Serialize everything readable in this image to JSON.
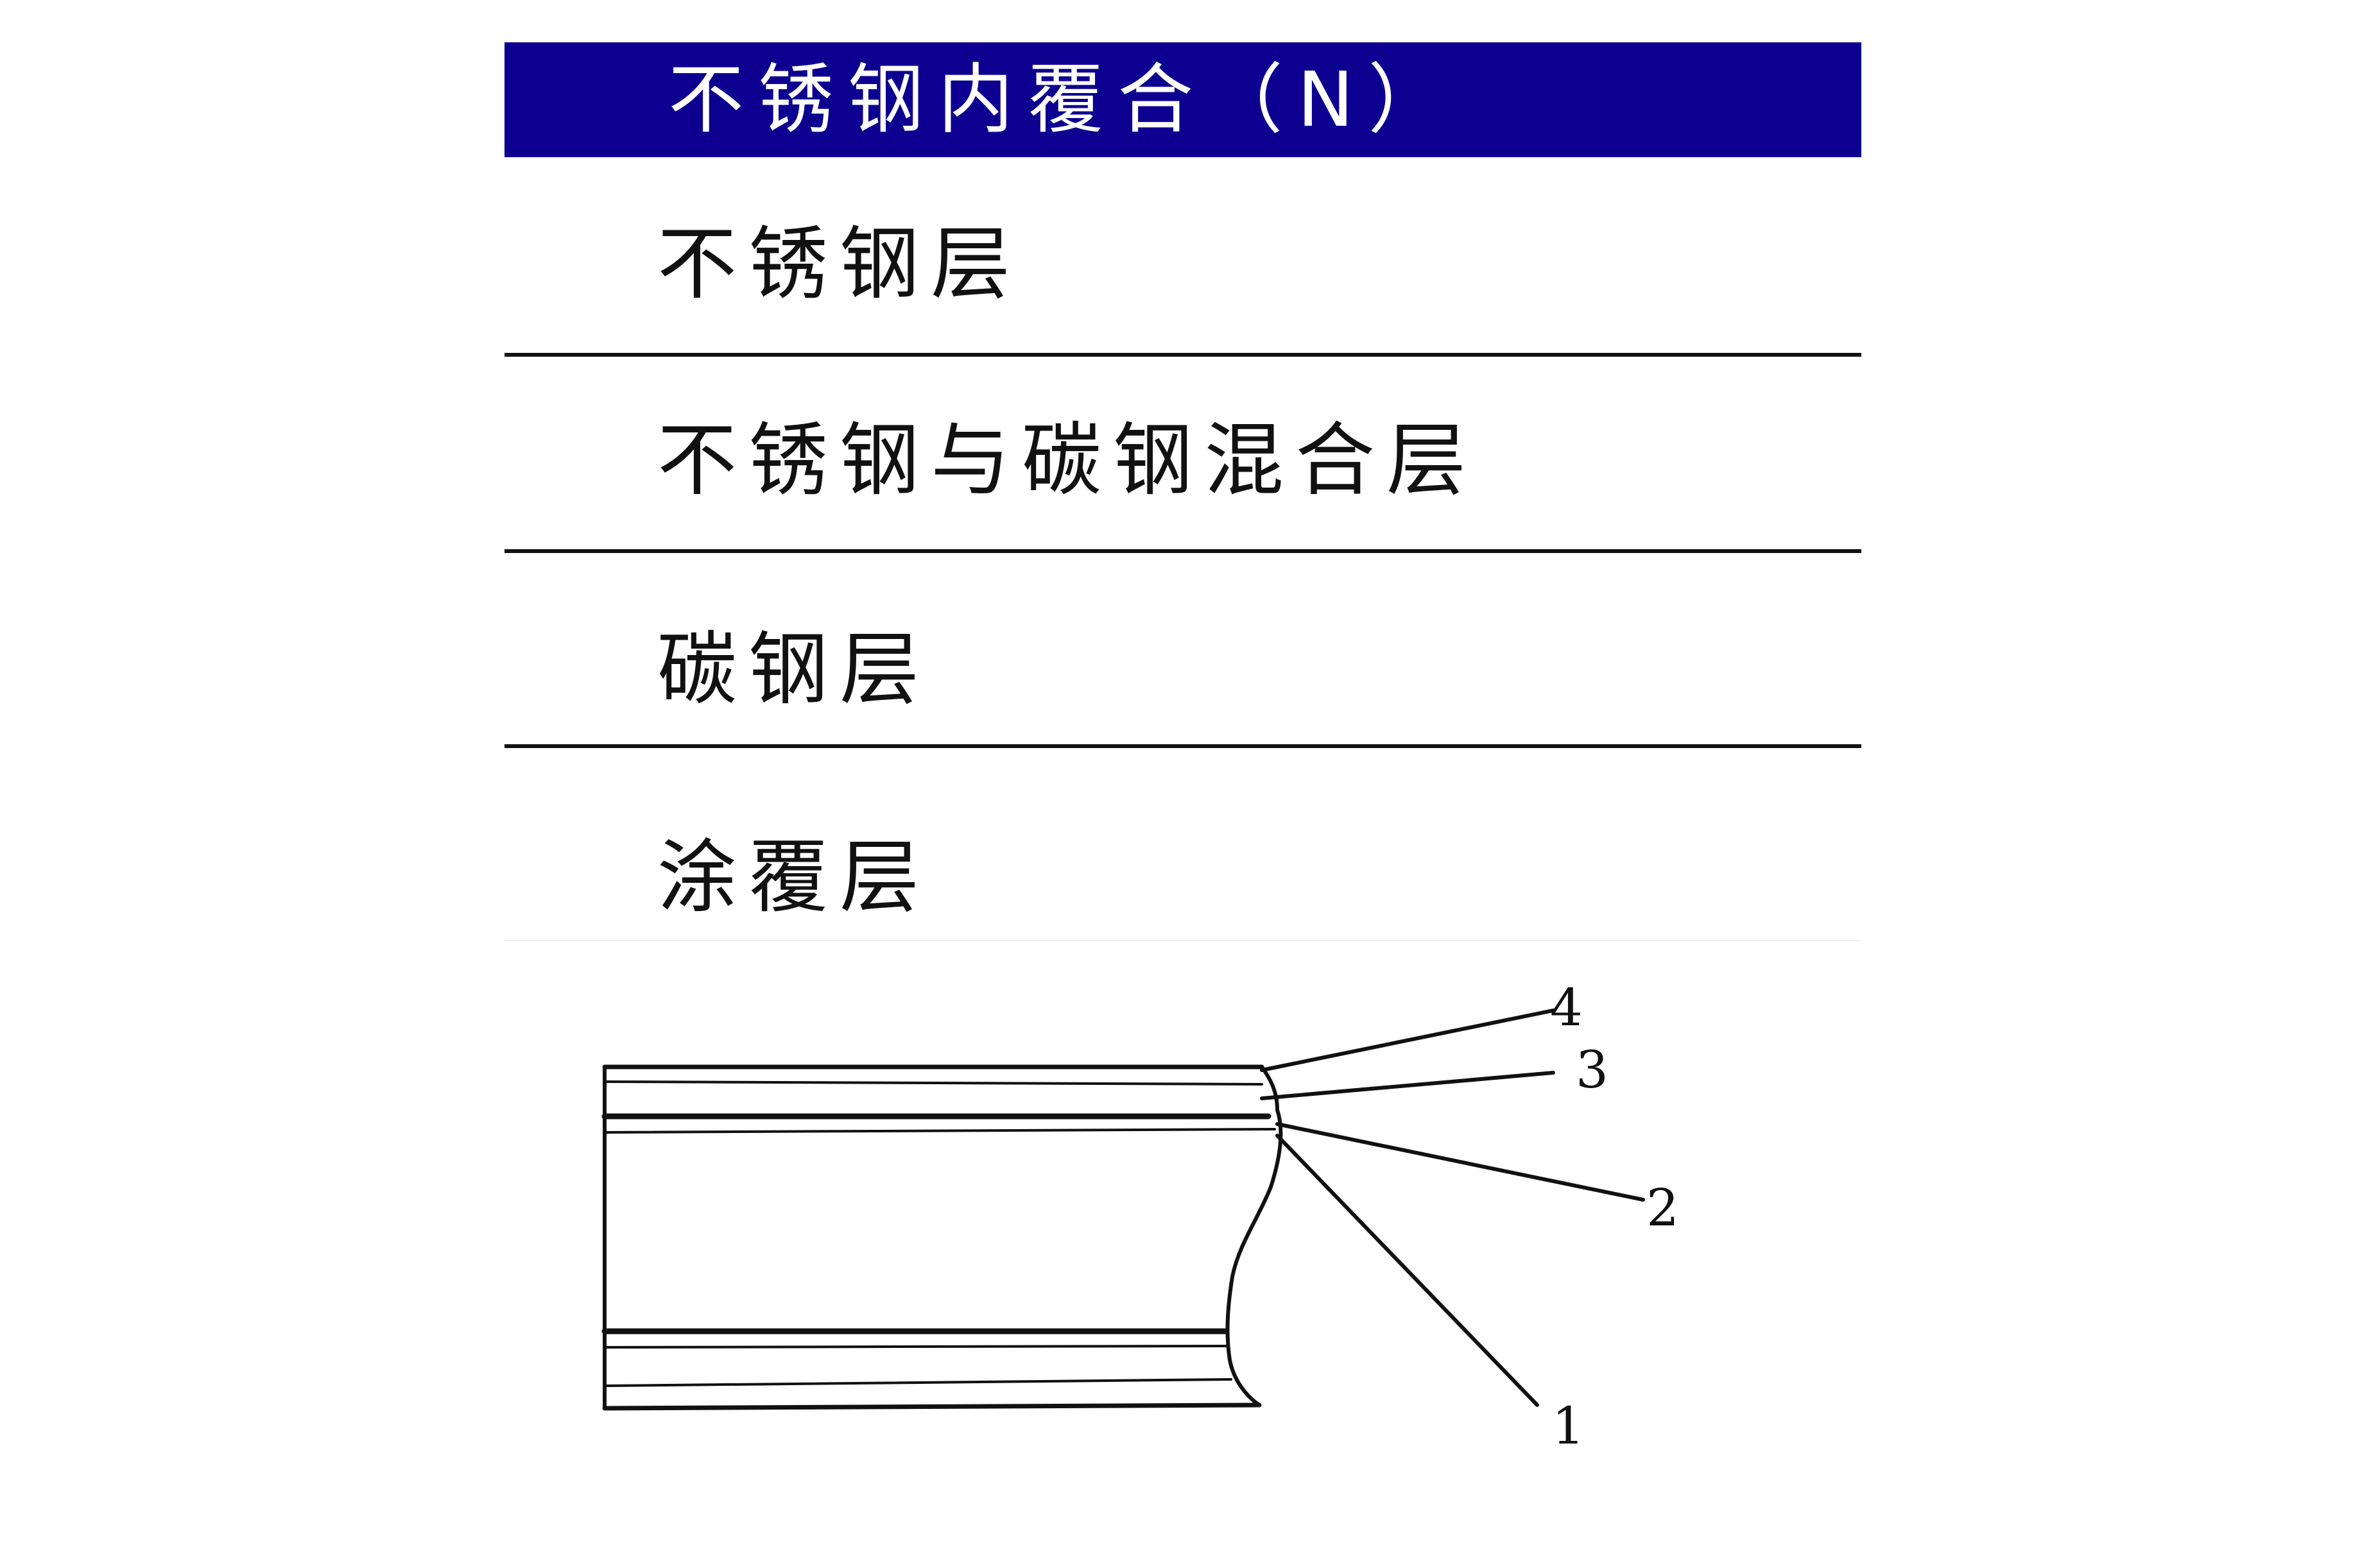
{
  "header": {
    "title": "不锈钢内覆合（N）",
    "background_color": "#0d0090",
    "text_color": "#ffffff"
  },
  "layers": [
    {
      "label": "不锈钢层"
    },
    {
      "label": "不锈钢与碳钢混合层"
    },
    {
      "label": "碳钢层"
    },
    {
      "label": "涂覆层"
    }
  ],
  "diagram": {
    "callouts": [
      "4",
      "3",
      "2",
      "1"
    ]
  }
}
